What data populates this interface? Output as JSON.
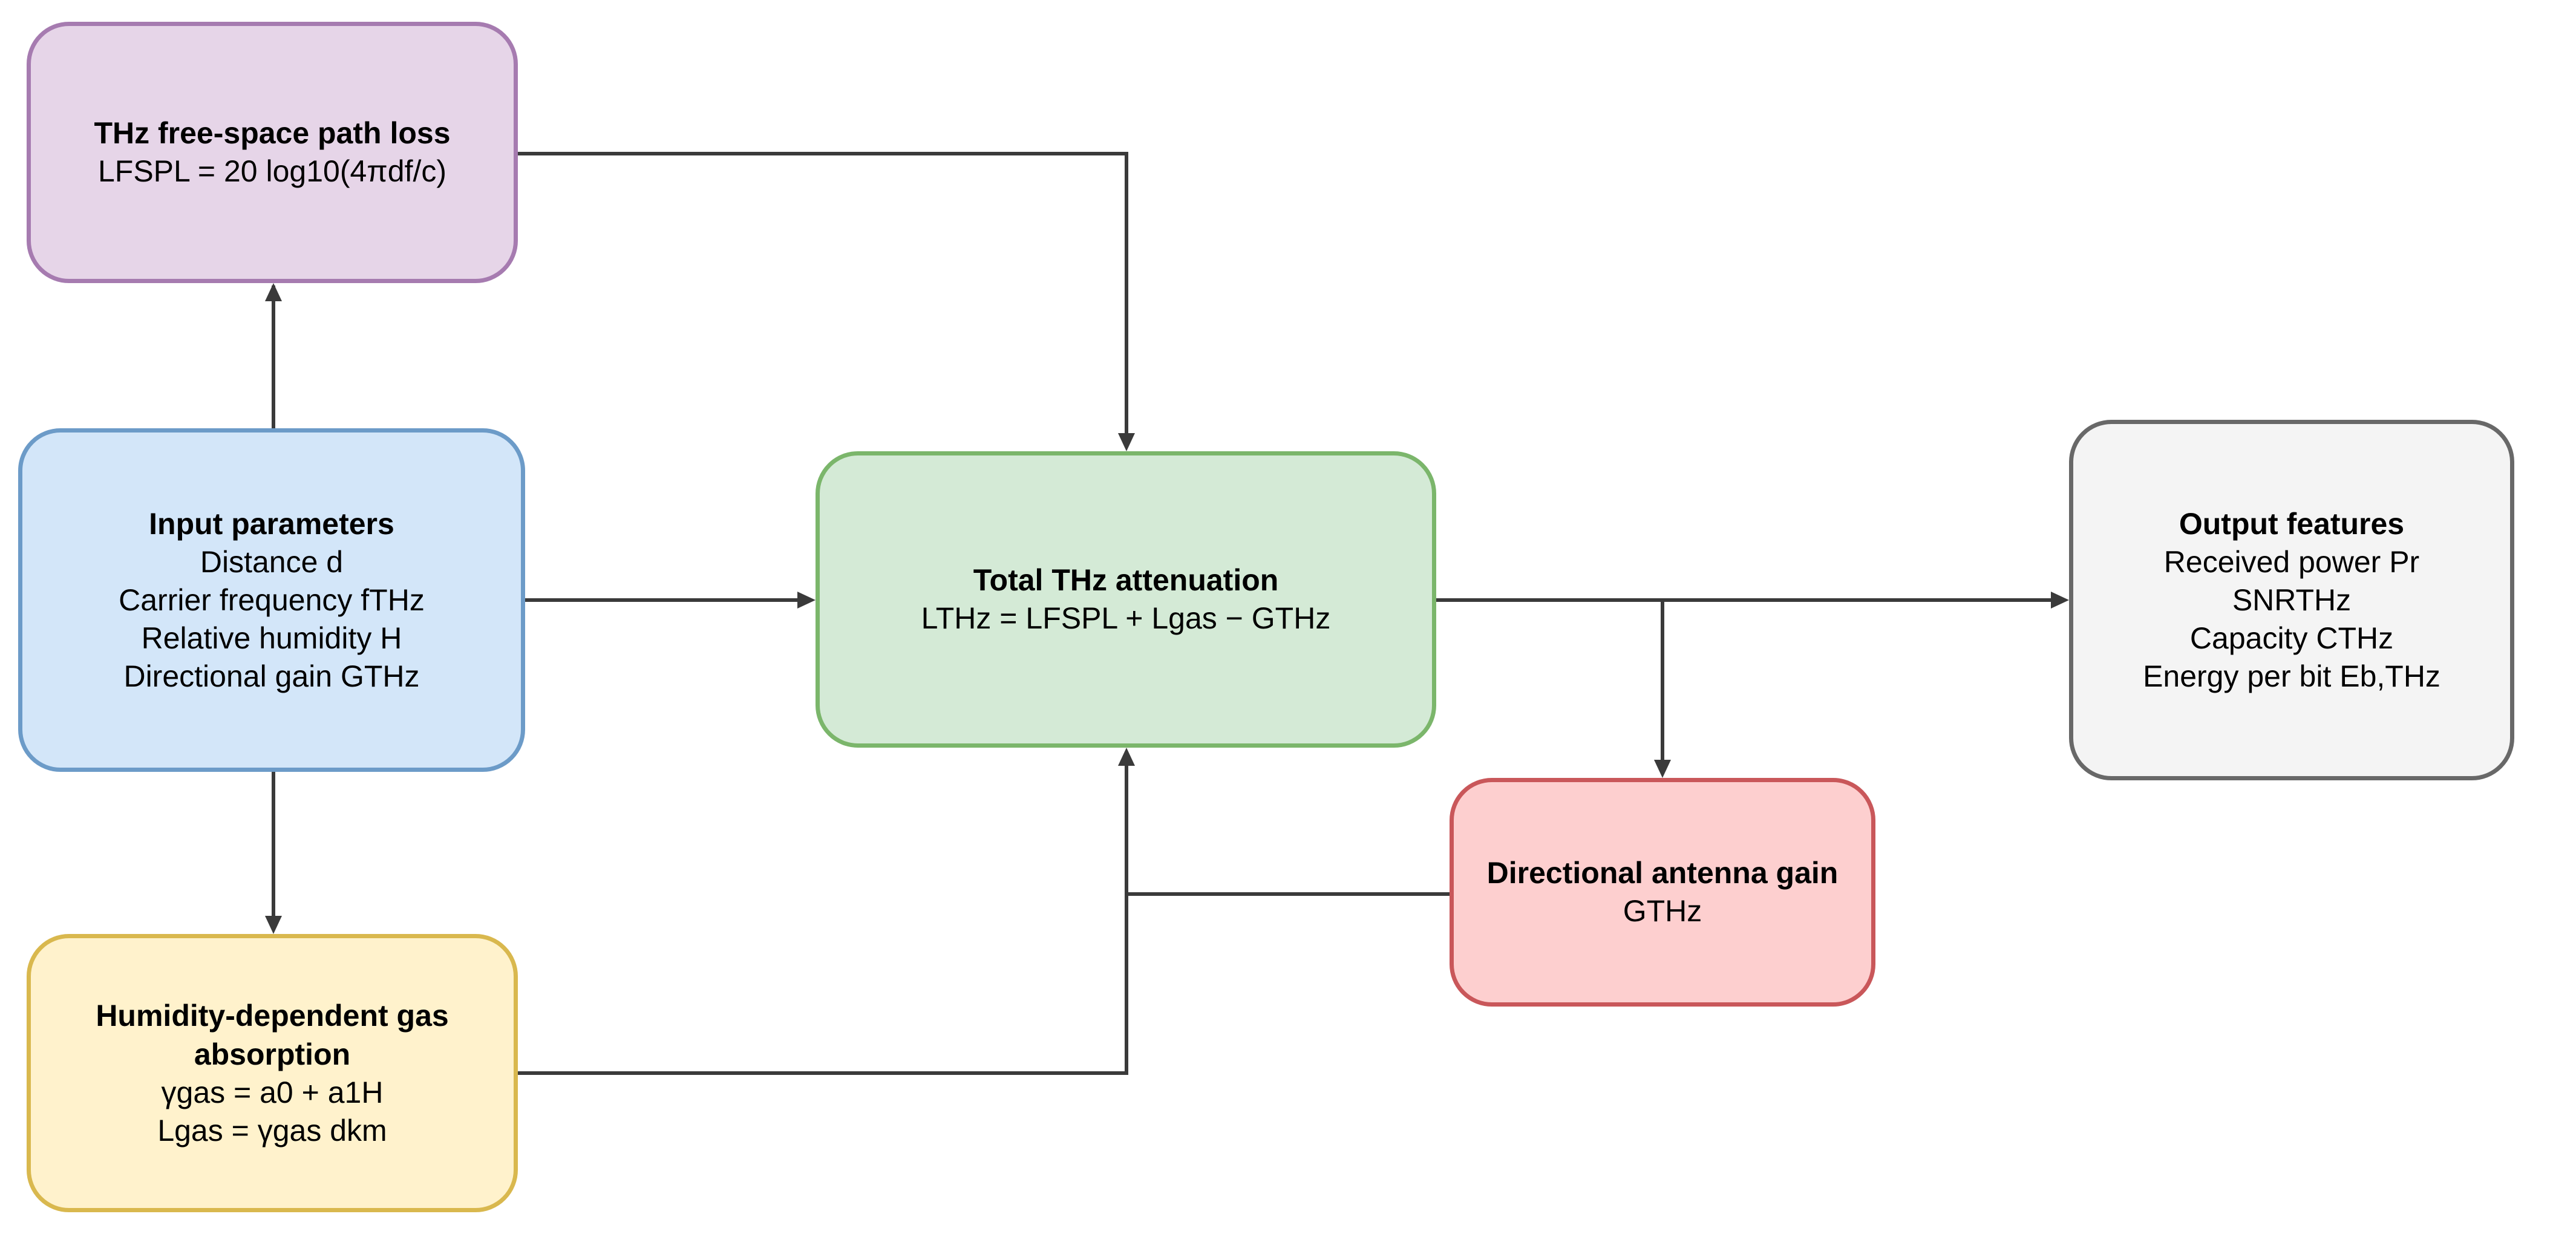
{
  "nodes": {
    "fspl": {
      "title": "THz free-space path loss",
      "lines": [
        "LFSPL = 20 log10(4πdf/c)"
      ]
    },
    "input": {
      "title": "Input parameters",
      "lines": [
        "Distance d",
        "Carrier frequency fTHz",
        "Relative humidity H",
        "Directional gain GTHz"
      ]
    },
    "humidity": {
      "title_lines": [
        "Humidity-dependent gas",
        "absorption"
      ],
      "lines": [
        "γgas = a0 + a1H",
        "Lgas = γgas dkm"
      ]
    },
    "total": {
      "title": "Total THz attenuation",
      "lines": [
        "LTHz = LFSPL + Lgas − GTHz"
      ]
    },
    "antenna": {
      "title": "Directional antenna gain",
      "lines": [
        "GTHz"
      ]
    },
    "output": {
      "title": "Output features",
      "lines": [
        "Received power Pr",
        "SNRTHz",
        "Capacity CTHz",
        "Energy per bit Eb,THz"
      ]
    }
  },
  "colors": {
    "connector": "#3a3a3a",
    "fspl_fill": "#e6d5e8",
    "fspl_border": "#a67bb0",
    "input_fill": "#d3e6f9",
    "input_border": "#6c9bc8",
    "humidity_fill": "#fff2cc",
    "humidity_border": "#d9b84e",
    "total_fill": "#d4ead6",
    "total_border": "#7bb66b",
    "antenna_fill": "#fdcfcf",
    "antenna_border": "#c9575a",
    "output_fill": "#f4f4f4",
    "output_border": "#686868"
  }
}
